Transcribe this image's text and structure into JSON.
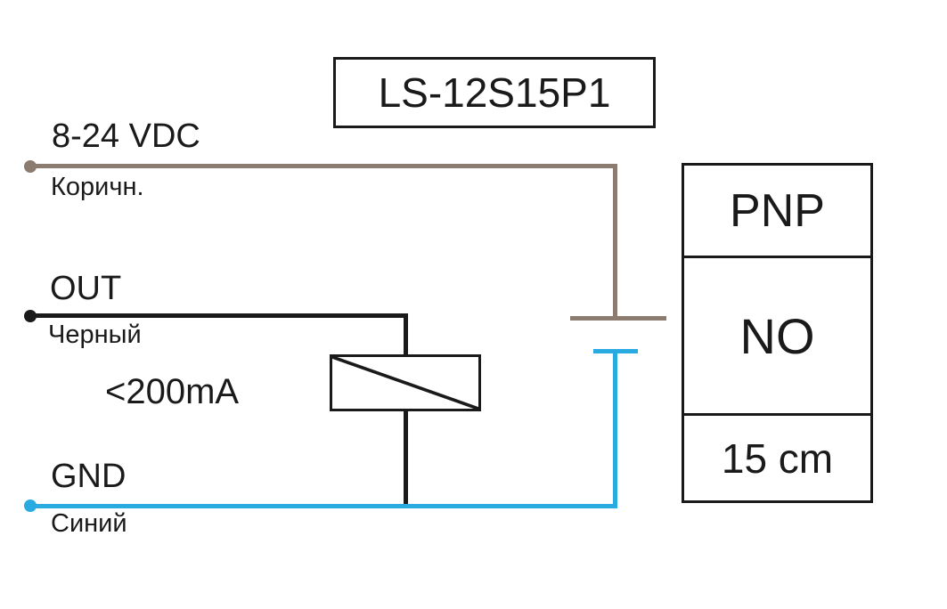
{
  "title": "LS-12S15P1",
  "colors": {
    "brown": "#8c7b6f",
    "black": "#1a1a1a",
    "blue": "#29abe2"
  },
  "wires": {
    "power": {
      "label": "8-24 VDC",
      "color_name": "Коричн."
    },
    "output": {
      "label": "OUT",
      "color_name": "Черный"
    },
    "ground": {
      "label": "GND",
      "color_name": "Синий"
    }
  },
  "load": {
    "current_rating": "<200mA"
  },
  "sensor_panel": {
    "rows": [
      {
        "label": "PNP"
      },
      {
        "label": "NO"
      },
      {
        "label": "15 cm"
      }
    ]
  }
}
